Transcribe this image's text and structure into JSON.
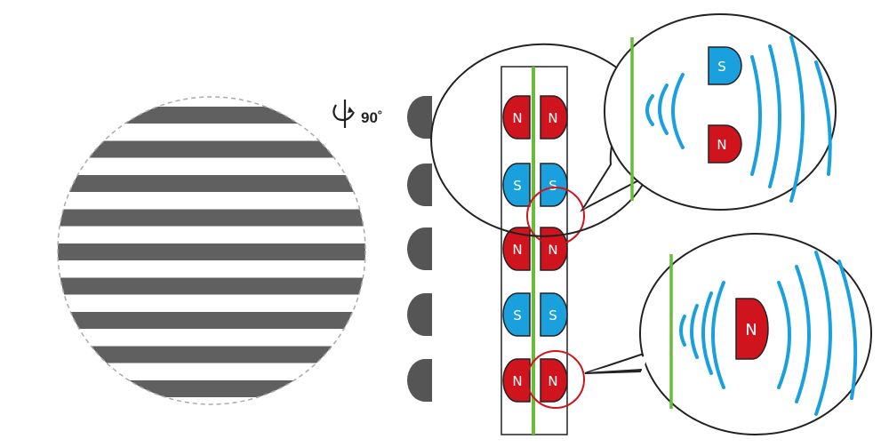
{
  "rotation": {
    "label": "90˚"
  },
  "poles": {
    "north": "N",
    "south": "S"
  },
  "magnet_pairs": [
    {
      "left": "N",
      "right": "N"
    },
    {
      "left": "S",
      "right": "S"
    },
    {
      "left": "N",
      "right": "N"
    },
    {
      "left": "S",
      "right": "S"
    },
    {
      "left": "N",
      "right": "N"
    }
  ],
  "callout_top": {
    "upper": "S",
    "lower": "N"
  },
  "callout_bottom": {
    "pole": "N"
  },
  "colors": {
    "north": "#d0141e",
    "south": "#1aa0dc",
    "field_lines": "#1aa0dc",
    "sensor_line": "#6abb3a",
    "highlight_circle": "#d0141e",
    "stripe": "#606060"
  }
}
